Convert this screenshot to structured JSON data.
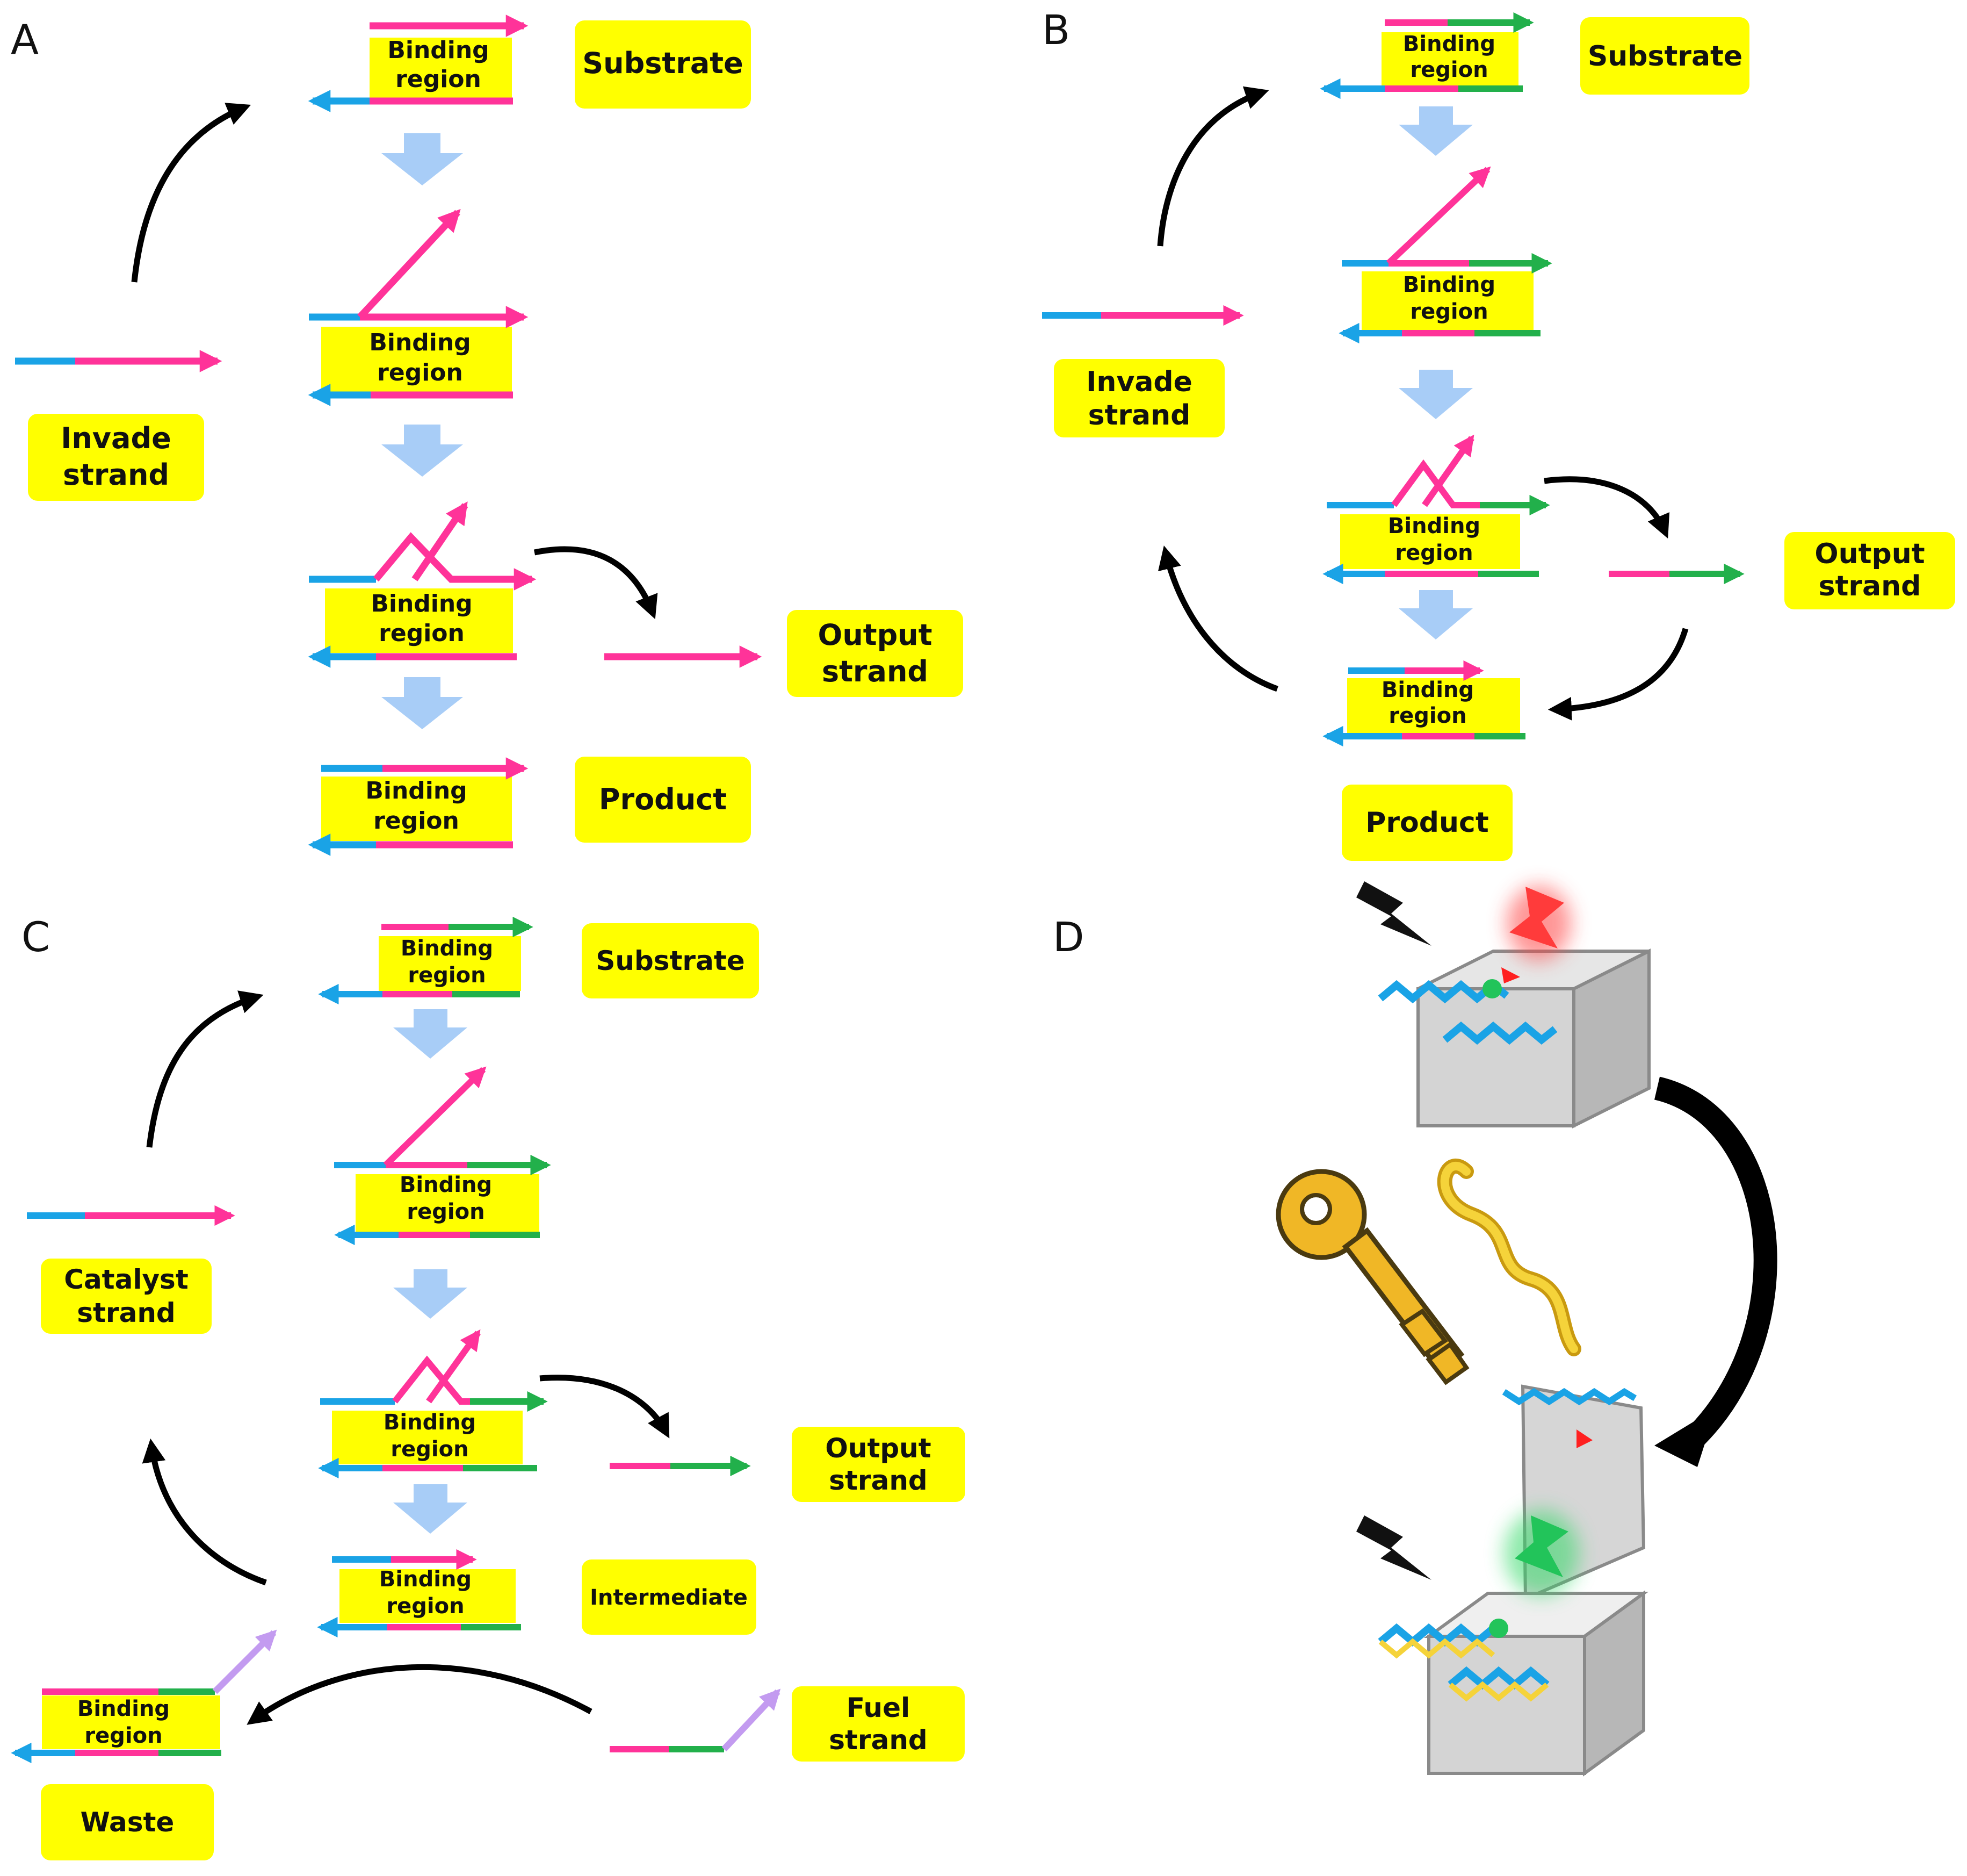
{
  "panels": {
    "a": {
      "letter": "A",
      "binding": [
        "Binding",
        "region"
      ],
      "substrate": "Substrate",
      "invade": [
        "Invade",
        "strand"
      ],
      "output": [
        "Output",
        "strand"
      ],
      "product": "Product"
    },
    "b": {
      "letter": "B",
      "binding": [
        "Binding",
        "region"
      ],
      "substrate": "Substrate",
      "invade": [
        "Invade",
        "strand"
      ],
      "output": [
        "Output",
        "strand"
      ],
      "product": "Product"
    },
    "c": {
      "letter": "C",
      "binding": [
        "Binding",
        "region"
      ],
      "substrate": "Substrate",
      "catalyst": [
        "Catalyst",
        "strand"
      ],
      "output": [
        "Output",
        "strand"
      ],
      "intermediate": "Intermediate",
      "fuel": [
        "Fuel",
        "strand"
      ],
      "waste": "Waste"
    },
    "d": {
      "letter": "D"
    }
  },
  "colors": {
    "toehold": "#1aa3e6",
    "binding_strand": "#ff3399",
    "output_domain": "#22b04b",
    "fuel_toehold": "#c39bf0",
    "label_box": "#ffff00",
    "flow_arrow": "#a8cdf7",
    "cycle_arrow": "#000000",
    "key": "#f0b726",
    "dna_probe": "#f5d33a",
    "box_face": "#d8d8d8",
    "fluor_off": "#ff4040",
    "fluor_on": "#33d966"
  },
  "icons": {
    "lightning": "lightning-icon",
    "key": "key-icon",
    "dna": "dna-strand-icon",
    "box": "box-icon"
  }
}
